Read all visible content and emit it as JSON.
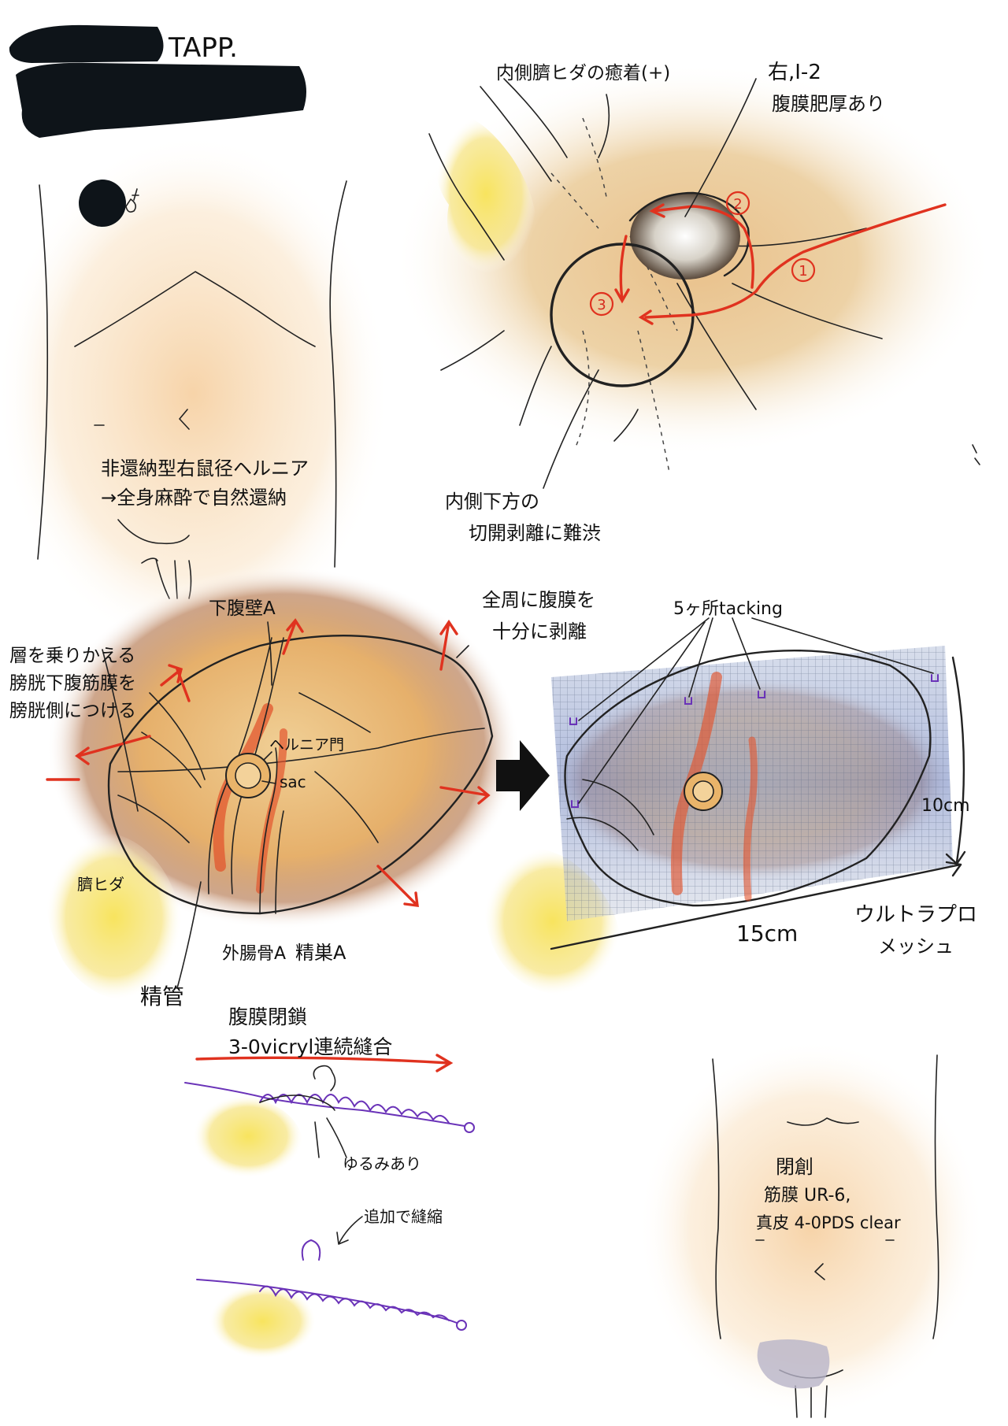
{
  "title": "TAPP.",
  "patient": {
    "diagnosis_line1": "非還納型右鼠径ヘルニア",
    "diagnosis_line2": "→全身麻酔で自然還納"
  },
  "laparoscopy": {
    "adhesion": "内側臍ヒダの癒着(+)",
    "classification": "右,I-2",
    "peritoneum": "腹膜肥厚あり",
    "step_1": "1",
    "step_2": "2",
    "step_3": "3",
    "difficulty_line1": "内側下方の",
    "difficulty_line2": "切開剥離に難渋"
  },
  "dissection": {
    "note_line1": "層を乗りかえる",
    "note_line2": "膀胱下腹筋膜を",
    "note_line3": "膀胱側につける",
    "inferior_epigastric": "下腹壁A",
    "peritoneum_line1": "全周に腹膜を",
    "peritoneum_line2": "十分に剥離",
    "hernia_orifice": "ヘルニア門",
    "sac": "sac",
    "umbilical_fold": "臍ヒダ",
    "external_iliac": "外腸骨A",
    "testicular": "精巣A",
    "vas": "精管"
  },
  "mesh": {
    "tacking": "5ヶ所tacking",
    "height": "10cm",
    "width": "15cm",
    "product_line1": "ウルトラプロ",
    "product_line2": "メッシュ"
  },
  "closure": {
    "title_line1": "腹膜閉鎖",
    "title_line2": "3-0vicryl連続縫合",
    "slack": "ゆるみあり",
    "tighten": "追加で縫縮"
  },
  "wound": {
    "title": "閉創",
    "fascia": "筋膜 UR-6,",
    "skin": "真皮 4-0PDS clear"
  },
  "colors": {
    "skin": "#f2c98e",
    "fat": "#f7e170",
    "peritoneum": "#e8b46e",
    "vessel": "#e2552e",
    "arrow": "#e0321f",
    "mesh": "#3a5fb0",
    "suture": "#6a33b8",
    "redaction": "#0e1419"
  }
}
